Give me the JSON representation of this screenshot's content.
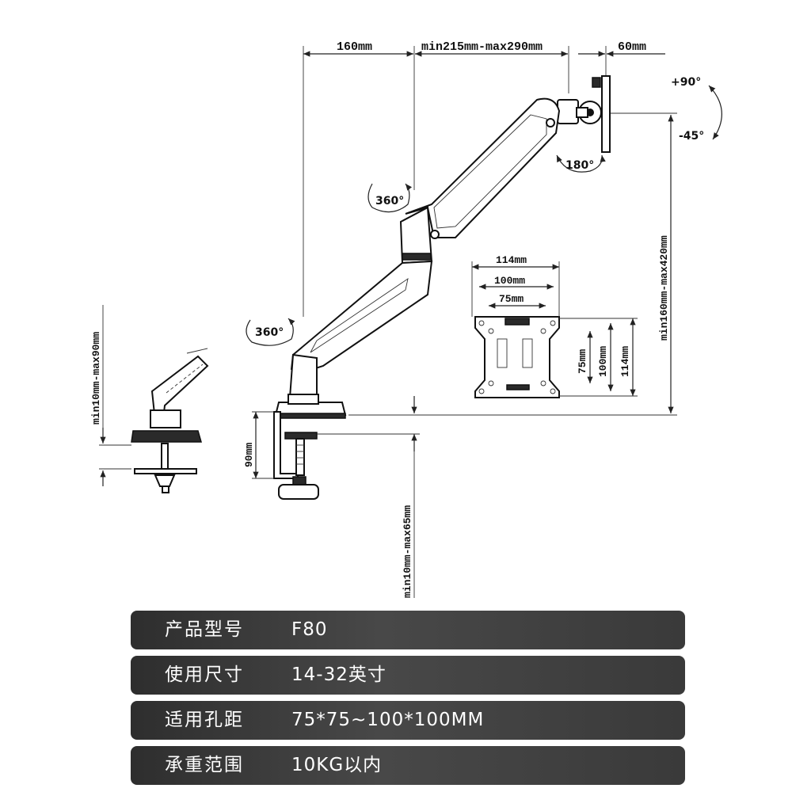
{
  "dimensions": {
    "top_left": "160mm",
    "top_middle": "min215mm-max290mm",
    "top_right": "60mm",
    "right_height": "min160mm-max420mm",
    "clamp_height": "90mm",
    "desk_thickness": "min10mm-max65mm",
    "side_view_height": "min10mm-max90mm",
    "vesa_114_top": "114mm",
    "vesa_100_top": "100mm",
    "vesa_75_top": "75mm",
    "vesa_75_side": "75mm",
    "vesa_100_side": "100mm",
    "vesa_114_side": "114mm"
  },
  "rotations": {
    "tilt_up": "+90°",
    "tilt_down": "-45°",
    "swivel_head": "180°",
    "upper_arm": "360°",
    "base": "360°"
  },
  "specs": [
    {
      "label": "产品型号",
      "value": "F80"
    },
    {
      "label": "使用尺寸",
      "value": "14-32英寸"
    },
    {
      "label": "适用孔距",
      "value": "75*75~100*100MM"
    },
    {
      "label": "承重范围",
      "value": "10KG以内"
    }
  ]
}
